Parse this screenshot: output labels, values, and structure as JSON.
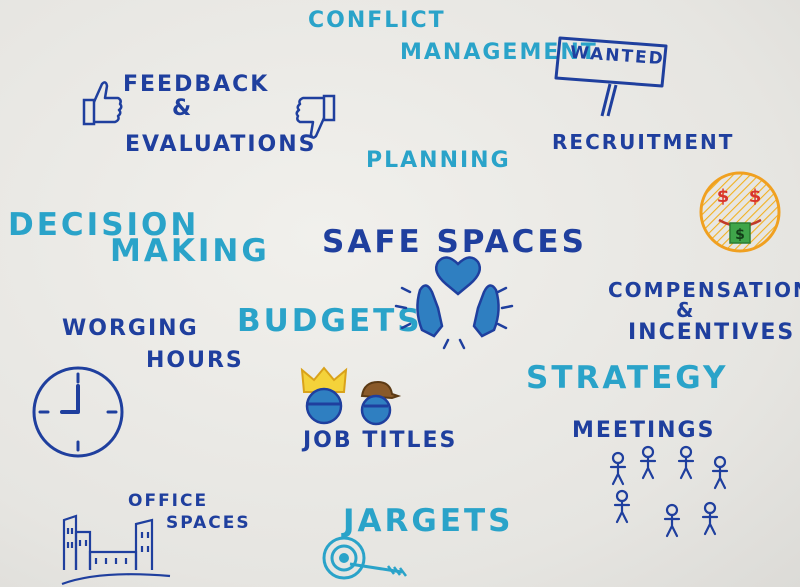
{
  "board": {
    "background": "#e9e8e4",
    "ink_navy": "#1f3f9e",
    "ink_teal": "#2aa3c9",
    "ink_orange": "#f0a020"
  },
  "labels": {
    "conflict": "Conflict",
    "management": "Management",
    "wanted": "Wanted",
    "recruitment": "Recruitment",
    "feedback": "Feedback",
    "ampersand_1": "&",
    "evaluations": "Evaluations",
    "planning": "Planning",
    "decision": "Decision",
    "making": "Making",
    "safe_spaces": "Safe Spaces",
    "compensation": "Compensation",
    "ampersand_2": "&",
    "incentives": "Incentives",
    "budgets": "Budgets",
    "working": "Worging",
    "hours": "Hours",
    "strategy": "Strategy",
    "job_titles": "Job titles",
    "meetings": "Meetings",
    "office": "Office",
    "spaces": "Spaces",
    "targets": "Jargets"
  },
  "icons": [
    "thumbs-up-icon",
    "thumbs-down-icon",
    "wanted-sign-icon",
    "money-face-icon",
    "hands-heart-icon",
    "clock-icon",
    "crown-head-icon",
    "cap-head-icon",
    "people-group-icon",
    "city-buildings-icon",
    "target-arrow-icon"
  ]
}
